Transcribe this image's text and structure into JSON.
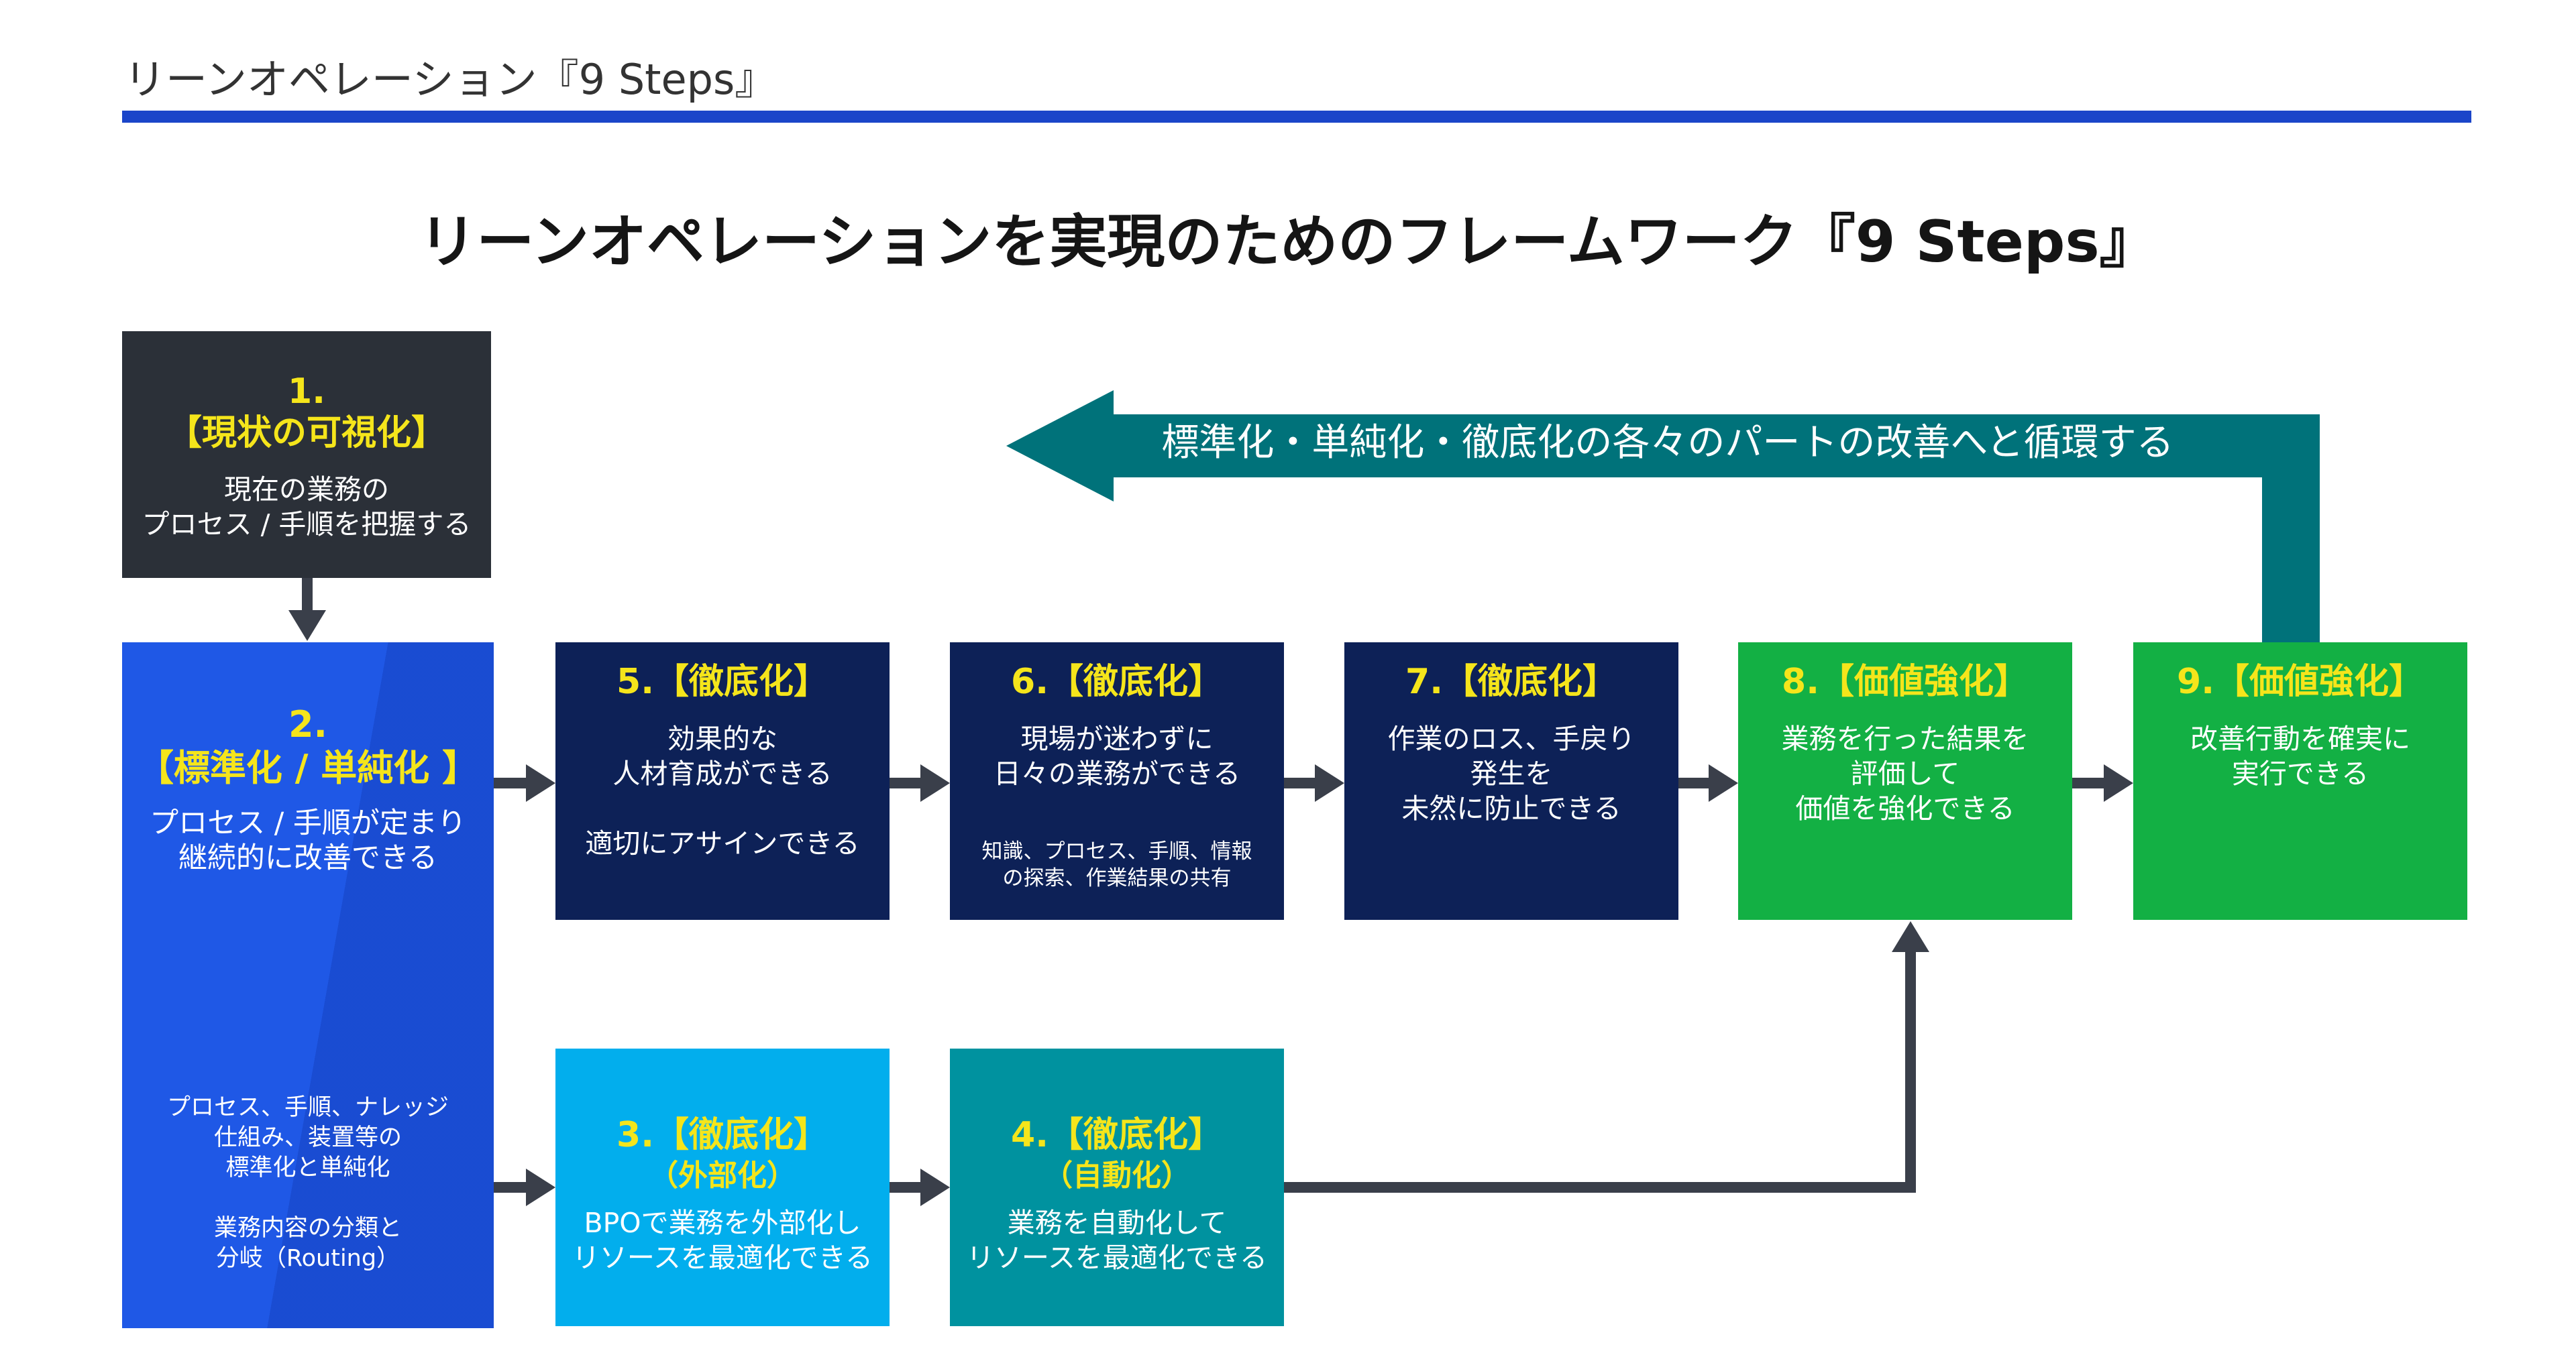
{
  "header": {
    "title": "リーンオペレーション『9 Steps』"
  },
  "main_title": "リーンオペレーションを実現のためのフレームワーク『9 Steps』",
  "loop_label": "標準化・単純化・徹底化の各々のパートの改善へと循環する",
  "steps": {
    "s1": {
      "number": "1.",
      "title": "【現状の可視化】",
      "desc": [
        "現在の業務の",
        "プロセス / 手順を把握する"
      ]
    },
    "s2": {
      "number": "2.",
      "title": "【標準化 / 単純化 】",
      "desc": [
        "プロセス / 手順が定まり",
        "継続的に改善できる"
      ],
      "notes": [
        "プロセス、手順、ナレッジ",
        "仕組み、装置等の",
        "標準化と単純化",
        "",
        "業務内容の分類と",
        "分岐（Routing）"
      ]
    },
    "s3": {
      "title": "3.【徹底化】",
      "subtitle": "（外部化）",
      "desc": [
        "BPOで業務を外部化し",
        "リソースを最適化できる"
      ]
    },
    "s4": {
      "title": "4.【徹底化】",
      "subtitle": "（自動化）",
      "desc": [
        "業務を自動化して",
        "リソースを最適化できる"
      ]
    },
    "s5": {
      "title": "5.【徹底化】",
      "desc": [
        "効果的な",
        "人材育成ができる",
        "",
        "適切にアサインできる"
      ]
    },
    "s6": {
      "title": "6.【徹底化】",
      "desc": [
        "現場が迷わずに",
        "日々の業務ができる"
      ],
      "notes": [
        "知識、プロセス、手順、情報",
        "の探索、作業結果の共有"
      ]
    },
    "s7": {
      "title": "7.【徹底化】",
      "desc": [
        "作業のロス、手戻り",
        "発生を",
        "未然に防止できる"
      ]
    },
    "s8": {
      "title": "8.【価値強化】",
      "desc": [
        "業務を行った結果を",
        "評価して",
        "価値を強化できる"
      ]
    },
    "s9": {
      "title": "9.【価値強化】",
      "desc": [
        "改善行動を確実に",
        "実行できる"
      ]
    }
  },
  "colors": {
    "accent_rule": "#1b45c9",
    "step1_bg": "#2b3038",
    "step2_bg": "#1f58e6",
    "navy_bg": "#0d2157",
    "step3_bg": "#02aeed",
    "step4_bg": "#00929f",
    "green_bg": "#13b044",
    "loop_arrow": "#00727a",
    "title_yellow": "#f5e51b",
    "connector": "#3a3f4a"
  }
}
